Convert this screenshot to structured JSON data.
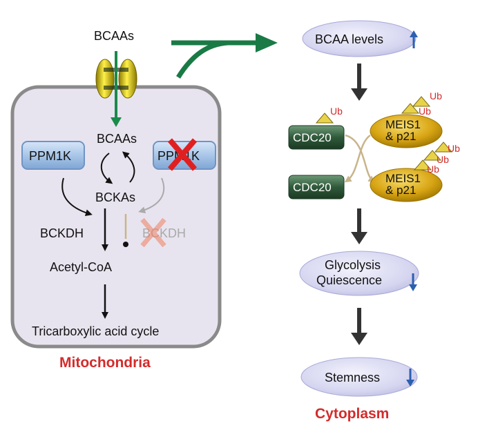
{
  "title": "",
  "left": {
    "bcaas_outside": "BCAAs",
    "compartment_label": "Mitochondria",
    "bcaas_inside": "BCAAs",
    "bckas": "BCKAs",
    "ppm1k_left": "PPM1K",
    "ppm1k_right": "PPM1K",
    "bckdh_left": "BCKDH",
    "bckdh_right": "BCKDH",
    "acetyl_coa": "Acetyl-CoA",
    "tca": "Tricarboxylic acid cycle"
  },
  "right": {
    "compartment_label": "Cytoplasm",
    "bcaa_levels": "BCAA levels",
    "cdc20_top": "CDC20",
    "cdc20_bottom": "CDC20",
    "meis1_top_line1": "MEIS1",
    "meis1_top_line2": "& p21",
    "meis1_bottom_line1": "MEIS1",
    "meis1_bottom_line2": "& p21",
    "ub": "Ub",
    "glycolysis": "Glycolysis",
    "quiescence": "Quiescence",
    "stemness": "Stemness"
  },
  "colors": {
    "mito_fill": "#e8e4ef",
    "mito_border": "#8a8a8a",
    "green_arrow": "#1a8a4a",
    "label_red": "#d42b2b",
    "ppm1k_fill": "#a9c6e8",
    "cdc20_fill": "#3d6b48",
    "meis1_fill": "#d8a514",
    "oval_fill": "#d8d8f2",
    "up_arrow": "#2b5fb0",
    "down_arrow": "#2b5fb0"
  },
  "icons": [
    "transporter-channel-icon",
    "red-x-icon",
    "ubiquitin-triangle-icon",
    "up-arrow-icon",
    "down-arrow-icon"
  ]
}
